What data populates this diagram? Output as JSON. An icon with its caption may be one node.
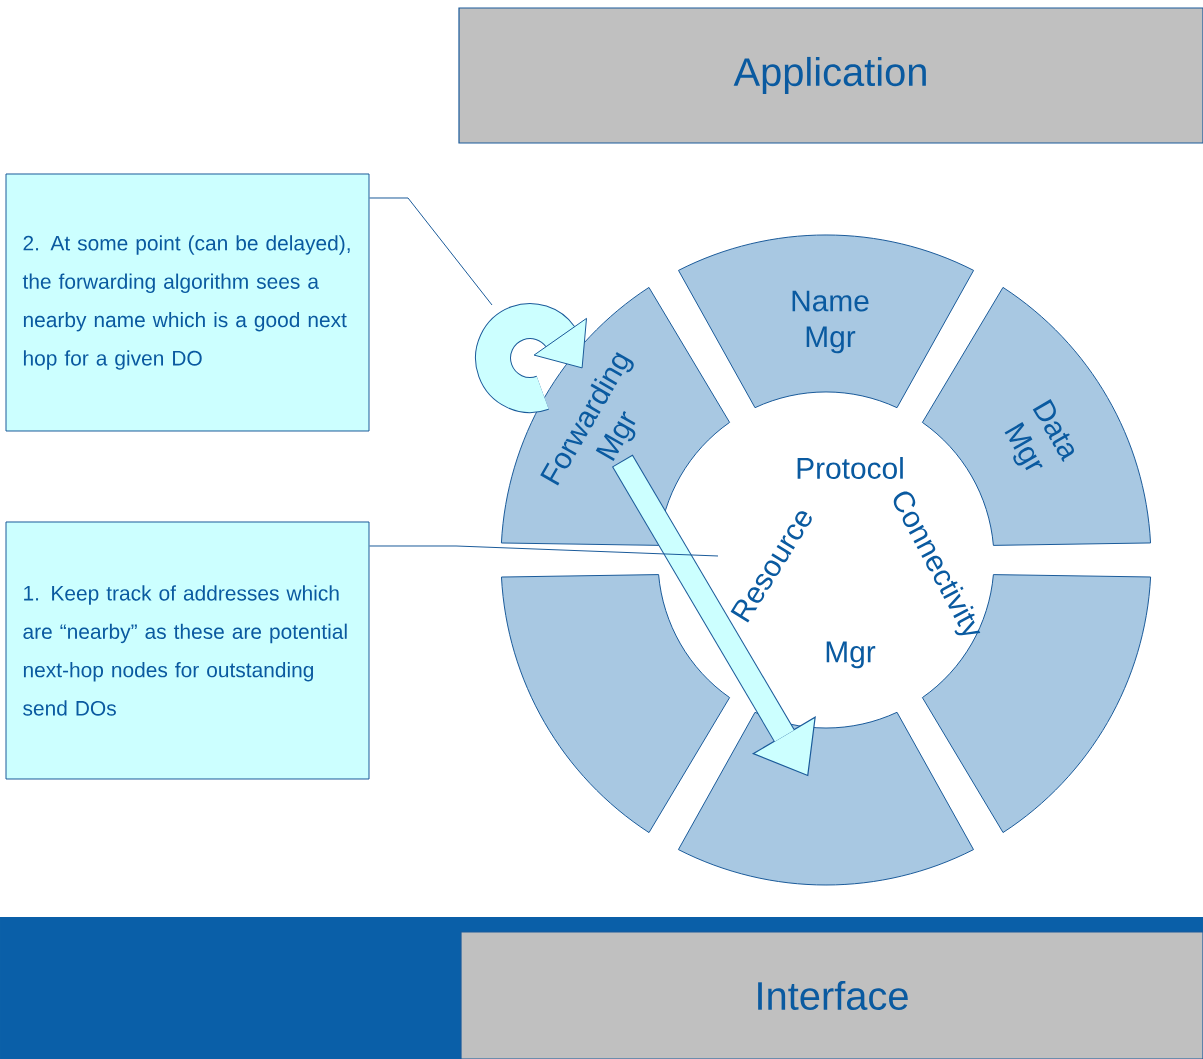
{
  "diagram": {
    "nodes": [
      {
        "text": [
          "Application"
        ]
      },
      {
        "text": [
          "2. At some point (can be delayed), the forwarding algorithm sees a nearby name which is a good next hop for a given DO"
        ]
      },
      {
        "text": [
          "Name Mgr"
        ]
      },
      {
        "text": [
          "Forwarding Mgr"
        ]
      },
      {
        "text": [
          "Data Mgr"
        ]
      },
      {
        "text": [
          "1. Keep track of addresses which are “nearby” as these are potential next-hop nodes for outstanding send DOs"
        ]
      },
      {
        "text": [],
        "shape": "box"
      },
      {
        "text": [],
        "shape": "box"
      },
      {
        "text": [],
        "shape": "box"
      },
      {
        "text": [
          "Interface"
        ]
      }
    ],
    "edges": [
      {
        "from": 3,
        "to": 7,
        "arrow": "to",
        "style": "thick"
      },
      {
        "from": 1,
        "to": null,
        "arrow": "none"
      },
      {
        "from": 5,
        "to": null,
        "arrow": "none"
      }
    ],
    "labels": [
      "Protocol",
      "Connectivity",
      "Resource",
      "Mgr"
    ]
  }
}
